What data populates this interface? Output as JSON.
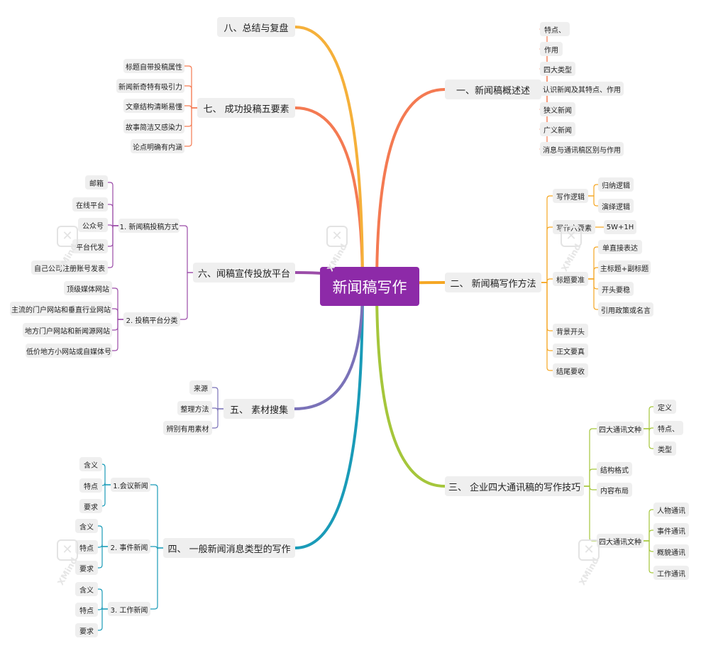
{
  "watermark": "XMind",
  "center": {
    "label": "新闻稿写作"
  },
  "branches": [
    {
      "id": "b1",
      "label": "一、新闻稿概述述",
      "color": "#f47a52",
      "children": [
        {
          "label": "特点、"
        },
        {
          "label": "作用"
        },
        {
          "label": "四大类型"
        },
        {
          "label": "认识新闻及其特点、作用"
        },
        {
          "label": "狭义新闻"
        },
        {
          "label": "广义新闻"
        },
        {
          "label": "消息与通讯稿区别与作用"
        }
      ]
    },
    {
      "id": "b2",
      "label": "二、 新闻稿写作方法",
      "color": "#f5a623",
      "children": [
        {
          "label": "写作逻辑",
          "children": [
            {
              "label": "归纳逻辑"
            },
            {
              "label": "演绎逻辑"
            }
          ]
        },
        {
          "label": "写作六要素",
          "children": [
            {
              "label": "5W+1H"
            }
          ]
        },
        {
          "label": "标题要准",
          "children": [
            {
              "label": "单直接表达"
            },
            {
              "label": "主标题+副标题"
            },
            {
              "label": "开头要稳"
            },
            {
              "label": "引用政策或名言"
            }
          ]
        },
        {
          "label": "背景开头"
        },
        {
          "label": "正文要真"
        },
        {
          "label": "结尾要收"
        }
      ]
    },
    {
      "id": "b3",
      "label": "三、 企业四大通讯稿的写作技巧",
      "color": "#a5c63b",
      "children": [
        {
          "label": "四大通讯文种",
          "children": [
            {
              "label": "定义"
            },
            {
              "label": "特点、"
            },
            {
              "label": "类型"
            }
          ]
        },
        {
          "label": "结构格式"
        },
        {
          "label": "内容布局"
        },
        {
          "label": "四大通讯文种",
          "children": [
            {
              "label": "人物通讯"
            },
            {
              "label": "事件通讯"
            },
            {
              "label": "概貌通讯"
            },
            {
              "label": "工作通讯"
            }
          ]
        }
      ]
    },
    {
      "id": "b4",
      "label": "四、 一般新闻消息类型的写作",
      "color": "#1a9bb8",
      "children": [
        {
          "label": "1.会议新闻",
          "children": [
            {
              "label": "含义"
            },
            {
              "label": "特点"
            },
            {
              "label": "要求"
            }
          ]
        },
        {
          "label": "2. 事件新闻",
          "children": [
            {
              "label": "含义"
            },
            {
              "label": "特点"
            },
            {
              "label": "要求"
            }
          ]
        },
        {
          "label": "3. 工作新闻",
          "children": [
            {
              "label": "含义"
            },
            {
              "label": "特点"
            },
            {
              "label": "要求"
            }
          ]
        }
      ]
    },
    {
      "id": "b5",
      "label": "五、 素材搜集",
      "color": "#7a72b8",
      "children": [
        {
          "label": "来源"
        },
        {
          "label": "整理方法"
        },
        {
          "label": "辨别有用素材"
        }
      ]
    },
    {
      "id": "b6",
      "label": "六、闻稿宣传投放平台",
      "color": "#9b4ca8",
      "children": [
        {
          "label": "1. 新闻稿投稿方式",
          "children": [
            {
              "label": "邮箱"
            },
            {
              "label": "在线平台"
            },
            {
              "label": "公众号"
            },
            {
              "label": "平台代发"
            },
            {
              "label": "自己公司注册账号发表"
            }
          ]
        },
        {
          "label": "2. 投稿平台分类",
          "children": [
            {
              "label": "顶级媒体网站"
            },
            {
              "label": "主流的门户网站和垂直行业网站"
            },
            {
              "label": "地方门户网站和新闻源网站"
            },
            {
              "label": "低价地方小网站或自媒体号"
            }
          ]
        }
      ]
    },
    {
      "id": "b7",
      "label": "七、 成功投稿五要素",
      "color": "#f47a52",
      "children": [
        {
          "label": "标题自带投稿属性"
        },
        {
          "label": "新闻新奇特有吸引力"
        },
        {
          "label": "文章结构清晰易懂"
        },
        {
          "label": "故事简洁又感染力"
        },
        {
          "label": "论点明确有内涵"
        }
      ]
    },
    {
      "id": "b8",
      "label": "八、总结与复盘",
      "color": "#f5b03a",
      "children": []
    }
  ]
}
